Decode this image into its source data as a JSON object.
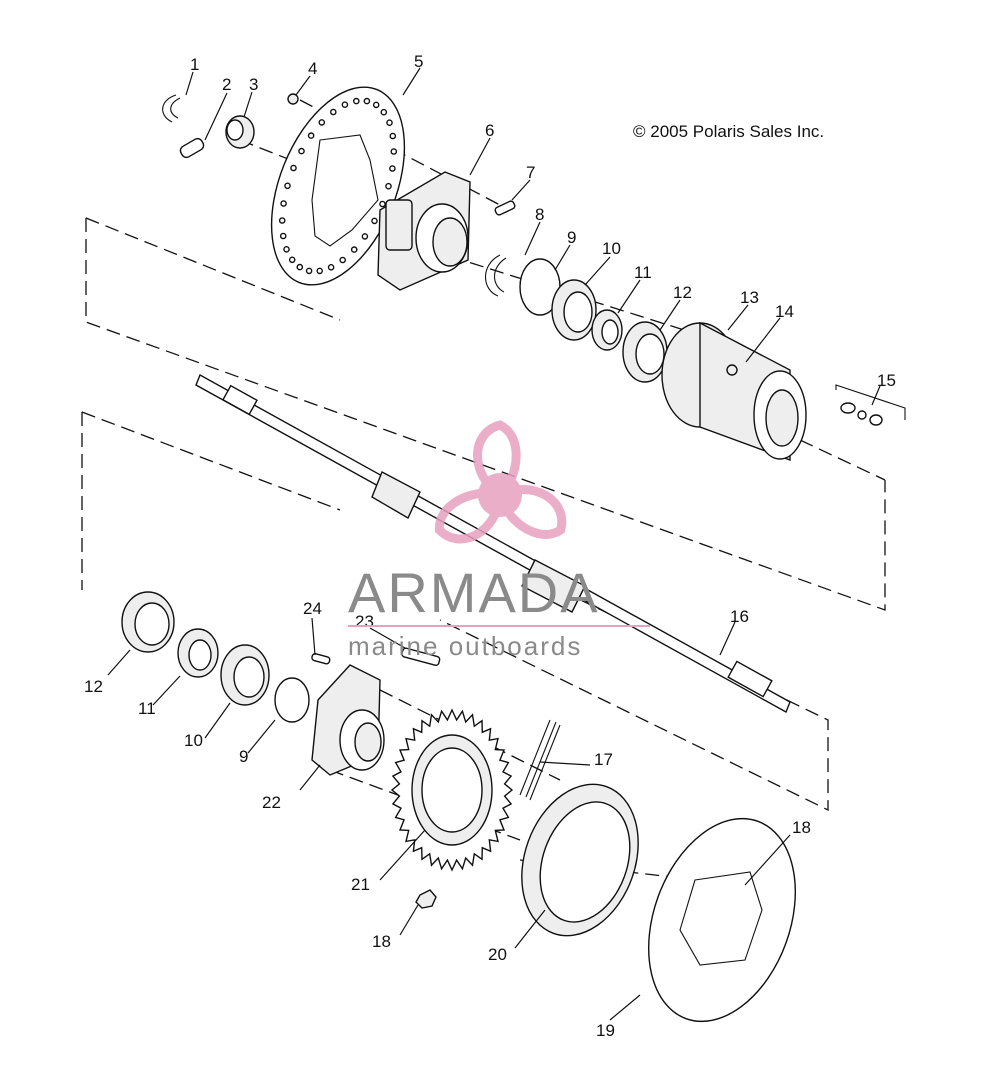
{
  "copyright": "© 2005 Polaris Sales Inc.",
  "watermark": {
    "title": "ARMADA",
    "subtitle": "marine outboards",
    "accent_color": "#e8a0c0",
    "text_color": "#8a8a8a"
  },
  "callouts": [
    {
      "id": "c1",
      "text": "1"
    },
    {
      "id": "c2",
      "text": "2"
    },
    {
      "id": "c3",
      "text": "3"
    },
    {
      "id": "c4",
      "text": "4"
    },
    {
      "id": "c5",
      "text": "5"
    },
    {
      "id": "c6",
      "text": "6"
    },
    {
      "id": "c7",
      "text": "7"
    },
    {
      "id": "c8",
      "text": "8"
    },
    {
      "id": "c9a",
      "text": "9"
    },
    {
      "id": "c10a",
      "text": "10"
    },
    {
      "id": "c11a",
      "text": "11"
    },
    {
      "id": "c12a",
      "text": "12"
    },
    {
      "id": "c13",
      "text": "13"
    },
    {
      "id": "c14",
      "text": "14"
    },
    {
      "id": "c15",
      "text": "15"
    },
    {
      "id": "c16",
      "text": "16"
    },
    {
      "id": "c17",
      "text": "17"
    },
    {
      "id": "c18a",
      "text": "18"
    },
    {
      "id": "c18b",
      "text": "18"
    },
    {
      "id": "c19",
      "text": "19"
    },
    {
      "id": "c20",
      "text": "20"
    },
    {
      "id": "c21",
      "text": "21"
    },
    {
      "id": "c22",
      "text": "22"
    },
    {
      "id": "c23",
      "text": "23"
    },
    {
      "id": "c24",
      "text": "24"
    },
    {
      "id": "c12b",
      "text": "12"
    },
    {
      "id": "c11b",
      "text": "11"
    },
    {
      "id": "c10b",
      "text": "10"
    },
    {
      "id": "c9b",
      "text": "9"
    }
  ]
}
